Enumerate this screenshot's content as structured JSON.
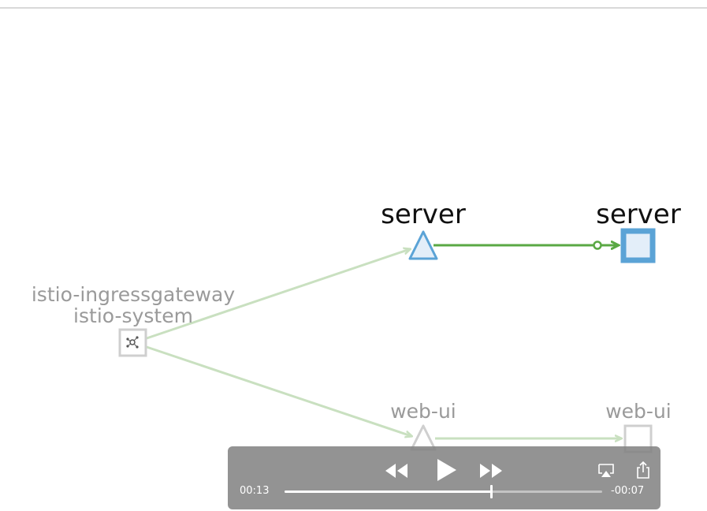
{
  "graph": {
    "nodes": {
      "server_service": {
        "label": "server"
      },
      "server_workload": {
        "label": "server"
      },
      "ingress": {
        "label": "istio-ingressgateway",
        "namespace": "istio-system"
      },
      "webui_service": {
        "label": "web-ui"
      },
      "webui_workload": {
        "label": "web-ui"
      }
    },
    "colors": {
      "active_edge": "#5aa844",
      "faded_edge": "#c9e0c0",
      "active_node_stroke": "#5ba3d6",
      "active_node_fill": "#e3eef9",
      "faded_node": "#cfcfcf",
      "faded_text": "#9a9a9a",
      "active_text": "#111111"
    }
  },
  "player": {
    "elapsed": "00:13",
    "remaining": "-00:07",
    "progress": 0.65,
    "icons": {
      "rewind": "rewind-icon",
      "play": "play-icon",
      "fast_forward": "fast-forward-icon",
      "airplay": "airplay-icon",
      "share": "share-icon"
    }
  }
}
